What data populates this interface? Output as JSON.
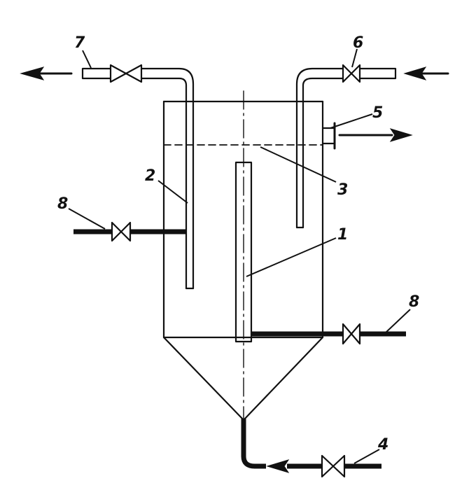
{
  "labels": {
    "l1": "1",
    "l2": "2",
    "l3": "3",
    "l4": "4",
    "l5": "5",
    "l6": "6",
    "l7": "7",
    "l8_left": "8",
    "l8_right": "8"
  }
}
